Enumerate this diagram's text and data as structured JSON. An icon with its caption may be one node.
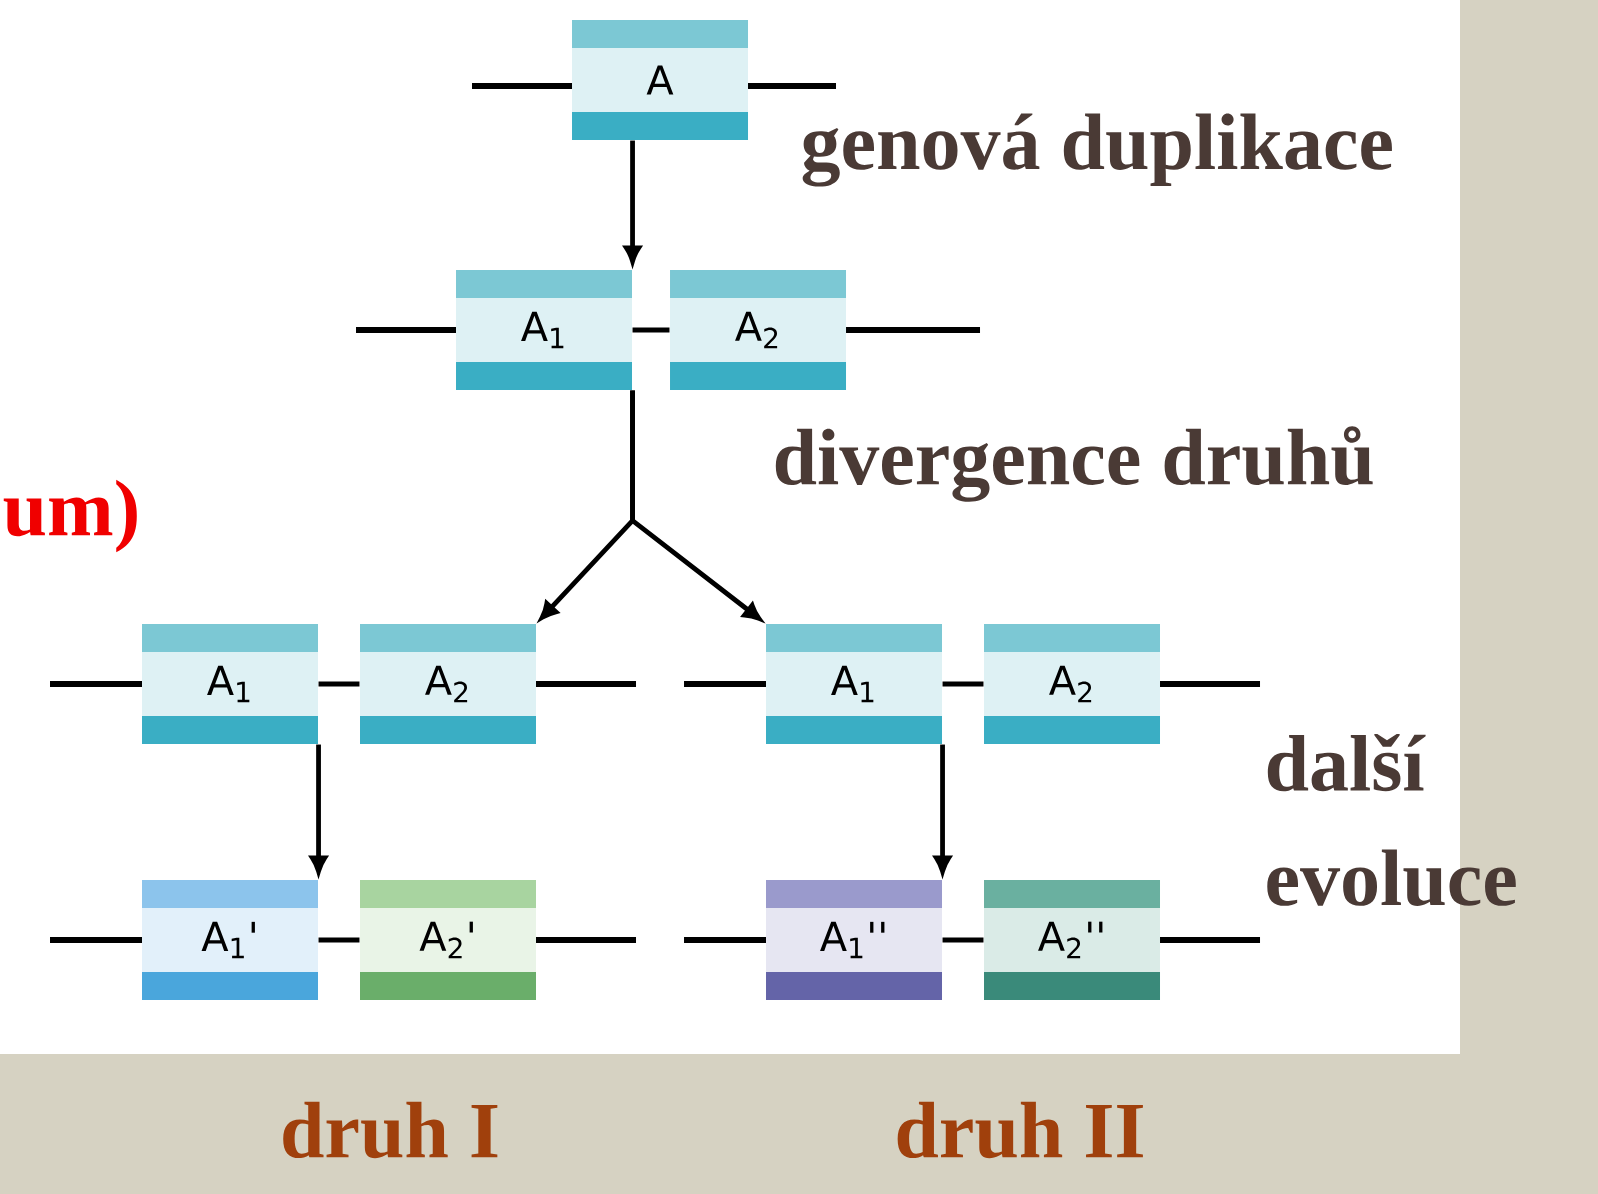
{
  "diagram": {
    "nodes": [
      {
        "text": [
          "A"
        ]
      },
      {
        "text": [
          "A$_{1}$"
        ]
      },
      {
        "text": [
          "A$_{2}$"
        ]
      },
      {
        "text": [
          "A$_{1}$"
        ]
      },
      {
        "text": [
          "A$_{2}$"
        ]
      },
      {
        "text": [
          "A$_{1}$"
        ]
      },
      {
        "text": [
          "A$_{2}$"
        ]
      },
      {
        "text": [
          "A$_{1}$'"
        ]
      },
      {
        "text": [
          "A$_{2}$'"
        ]
      },
      {
        "text": [
          "A$_{1}$''"
        ]
      },
      {
        "text": [
          "A$_{2}$''"
        ]
      }
    ],
    "edges": [
      {
        "from": 0,
        "to": 1,
        "arrow": "to"
      },
      {
        "from": 1,
        "to": 4,
        "arrow": "to"
      },
      {
        "from": 1,
        "to": 5,
        "arrow": "to"
      },
      {
        "from": 3,
        "to": 7,
        "arrow": "to"
      },
      {
        "from": 5,
        "to": 9,
        "arrow": "to"
      },
      {
        "from": 1,
        "to": 2,
        "arrow": "none"
      },
      {
        "from": 3,
        "to": 4,
        "arrow": "none"
      },
      {
        "from": 5,
        "to": 6,
        "arrow": "none"
      },
      {
        "from": 7,
        "to": 8,
        "arrow": "none"
      },
      {
        "from": 9,
        "to": 10,
        "arrow": "none"
      }
    ],
    "labels": [
      "genová duplikace",
      "divergence druhů",
      "um)",
      "další evoluce",
      "druh I",
      "druh II"
    ]
  }
}
